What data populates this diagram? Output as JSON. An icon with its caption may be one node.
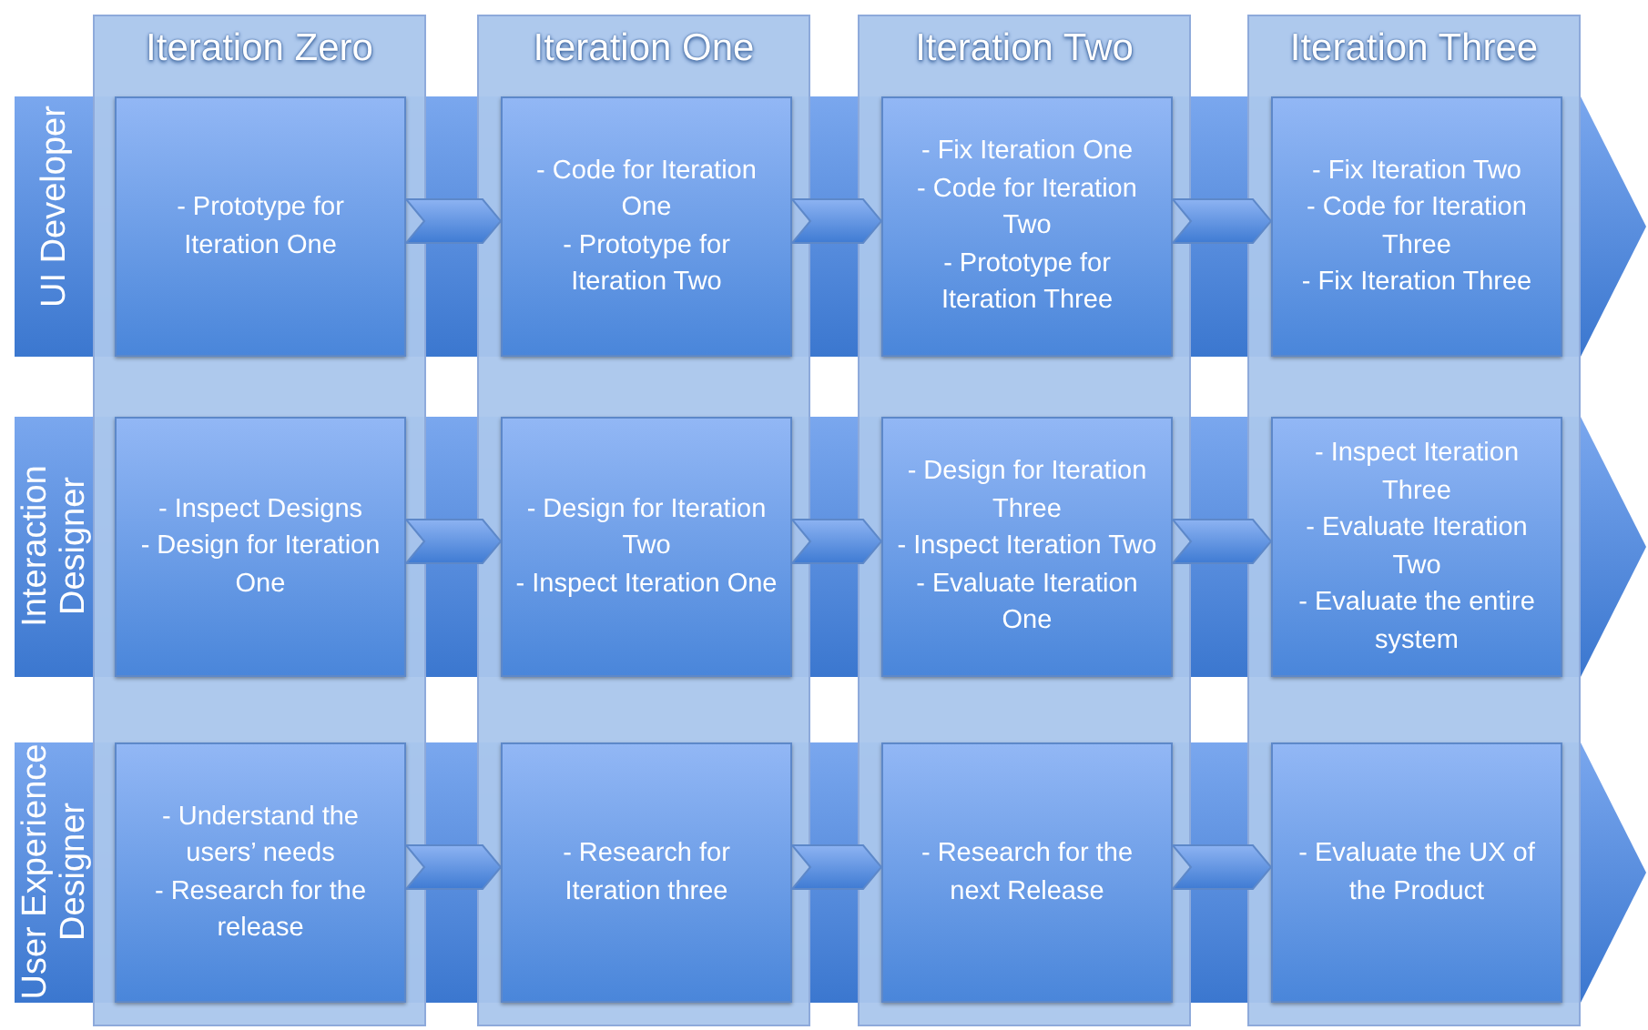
{
  "diagram": {
    "nodes": [
      {
        "text": [
          "Iteration Zero"
        ]
      },
      {
        "text": [
          "Iteration One"
        ]
      },
      {
        "text": [
          "Iteration Two"
        ]
      },
      {
        "text": [
          "Iteration Three"
        ]
      },
      {
        "text": [
          "UI Developer"
        ]
      },
      {
        "text": [
          "Interaction Designer"
        ]
      },
      {
        "text": [
          "User Experience Designer"
        ]
      },
      {
        "text": [
          "- Prototype for Iteration One"
        ]
      },
      {
        "text": [
          "- Code for Iteration One",
          "- Prototype for Iteration Two"
        ]
      },
      {
        "text": [
          "- Fix Iteration One",
          "- Code for Iteration Two",
          "- Prototype for Iteration Three"
        ]
      },
      {
        "text": [
          "- Fix Iteration Two",
          "- Code for Iteration Three",
          "- Fix Iteration Three"
        ]
      },
      {
        "text": [
          "- Inspect Designs",
          "- Design for Iteration One"
        ]
      },
      {
        "text": [
          "- Design for Iteration Two",
          "- Inspect Iteration One"
        ]
      },
      {
        "text": [
          "- Design for Iteration Three",
          "- Inspect Iteration Two",
          "- Evaluate Iteration One"
        ]
      },
      {
        "text": [
          "- Inspect Iteration Three",
          "- Evaluate Iteration Two",
          "- Evaluate the entire system"
        ]
      },
      {
        "text": [
          "- Understand the users’ needs",
          "- Research for the release"
        ]
      },
      {
        "text": [
          "- Research for Iteration three"
        ]
      },
      {
        "text": [
          "- Research for the next Release"
        ]
      },
      {
        "text": [
          "- Evaluate the UX of the Product"
        ]
      }
    ],
    "edges": [
      {
        "from": 7,
        "to": 8,
        "arrow": "to"
      },
      {
        "from": 8,
        "to": 9,
        "arrow": "to"
      },
      {
        "from": 9,
        "to": 10,
        "arrow": "to"
      },
      {
        "from": 11,
        "to": 12,
        "arrow": "to"
      },
      {
        "from": 12,
        "to": 13,
        "arrow": "to"
      },
      {
        "from": 13,
        "to": 14,
        "arrow": "to"
      },
      {
        "from": 15,
        "to": 16,
        "arrow": "to"
      },
      {
        "from": 16,
        "to": 17,
        "arrow": "to"
      },
      {
        "from": 17,
        "to": 18,
        "arrow": "to"
      }
    ]
  }
}
